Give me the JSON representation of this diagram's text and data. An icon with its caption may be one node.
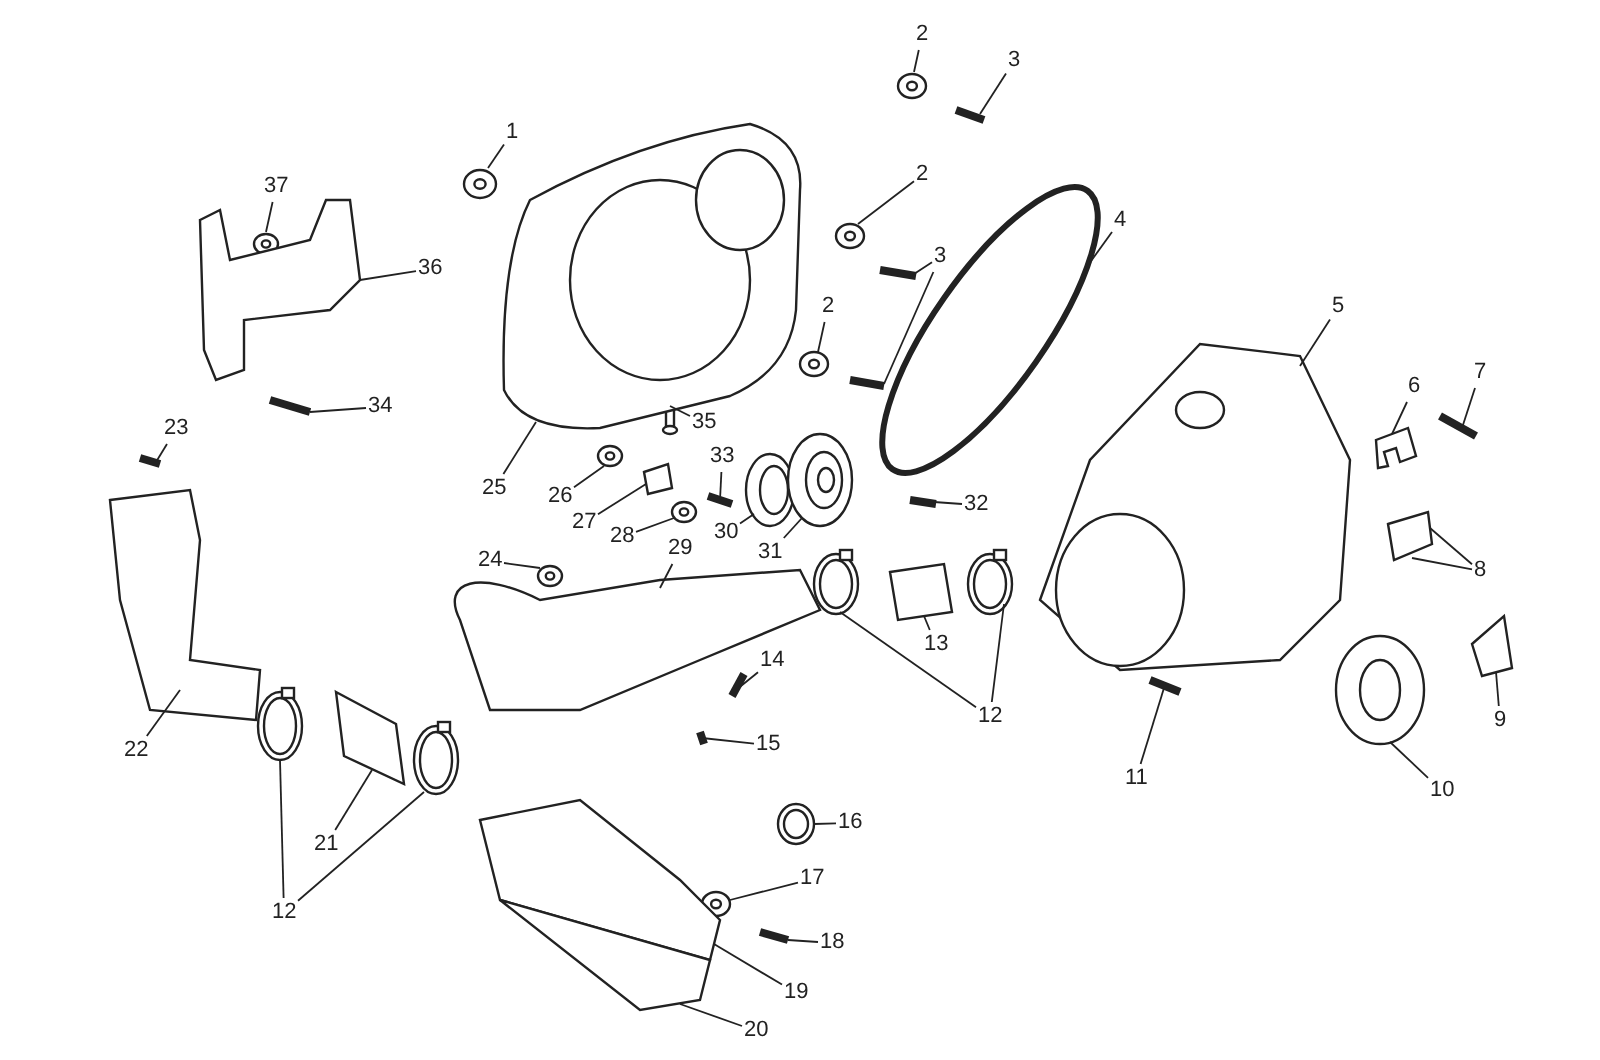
{
  "diagram": {
    "nodes": [
      {
        "text": [
          "1"
        ]
      },
      {
        "text": [
          "2"
        ]
      },
      {
        "text": [
          "3"
        ]
      },
      {
        "text": [
          "2"
        ]
      },
      {
        "text": [
          "3"
        ]
      },
      {
        "text": [
          "2"
        ]
      },
      {
        "text": [
          "4"
        ]
      },
      {
        "text": [
          "5"
        ]
      },
      {
        "text": [
          "37"
        ]
      },
      {
        "text": [
          "36"
        ]
      },
      {
        "text": [
          "6"
        ]
      },
      {
        "text": [
          "7"
        ]
      },
      {
        "text": [
          "32"
        ]
      },
      {
        "text": [
          "34"
        ]
      },
      {
        "text": [
          "23"
        ]
      },
      {
        "text": [
          "35"
        ]
      },
      {
        "text": [
          "25"
        ]
      },
      {
        "text": [
          "26"
        ]
      },
      {
        "text": [
          "33"
        ]
      },
      {
        "text": [
          "27"
        ]
      },
      {
        "text": [
          "28"
        ]
      },
      {
        "text": [
          "30"
        ]
      },
      {
        "text": [
          "31"
        ]
      },
      {
        "text": [
          "29"
        ]
      },
      {
        "text": [
          "24"
        ]
      },
      {
        "text": [
          "8"
        ]
      },
      {
        "text": [
          "9"
        ]
      },
      {
        "text": [
          "13"
        ]
      },
      {
        "text": [
          "12"
        ]
      },
      {
        "text": [
          "14"
        ]
      },
      {
        "text": [
          "15"
        ]
      },
      {
        "text": [
          "22"
        ]
      },
      {
        "text": [
          "11"
        ]
      },
      {
        "text": [
          "21"
        ]
      },
      {
        "text": [
          "10"
        ]
      },
      {
        "text": [
          "16"
        ]
      },
      {
        "text": [
          "17"
        ]
      },
      {
        "text": [
          "18"
        ]
      },
      {
        "text": [
          "12"
        ]
      },
      {
        "text": [
          "19"
        ]
      },
      {
        "text": [
          "20"
        ]
      },
      {
        "text": [],
        "shape": "picture"
      },
      {
        "text": [],
        "shape": "picture"
      },
      {
        "text": [],
        "shape": "picture"
      },
      {
        "text": [],
        "shape": "picture"
      },
      {
        "text": [],
        "shape": "picture"
      },
      {
        "text": [],
        "shape": "picture"
      },
      {
        "text": [],
        "shape": "picture"
      },
      {
        "text": [],
        "shape": "picture"
      },
      {
        "text": [],
        "shape": "picture"
      },
      {
        "text": [],
        "shape": "picture"
      },
      {
        "text": [],
        "shape": "picture"
      },
      {
        "text": [],
        "shape": "picture"
      },
      {
        "text": [],
        "shape": "picture"
      },
      {
        "text": [],
        "shape": "picture"
      },
      {
        "text": [],
        "shape": "picture"
      },
      {
        "text": [],
        "shape": "picture"
      },
      {
        "text": [],
        "shape": "picture"
      },
      {
        "text": [],
        "shape": "picture"
      },
      {
        "text": [],
        "shape": "picture"
      },
      {
        "text": [],
        "shape": "picture"
      },
      {
        "text": [],
        "shape": "picture"
      },
      {
        "text": [],
        "shape": "picture"
      },
      {
        "text": [],
        "shape": "picture"
      },
      {
        "text": [],
        "shape": "picture"
      },
      {
        "text": [],
        "shape": "picture"
      },
      {
        "text": [],
        "shape": "picture"
      },
      {
        "text": [],
        "shape": "picture"
      },
      {
        "text": [],
        "shape": "picture"
      },
      {
        "text": [],
        "shape": "picture"
      },
      {
        "text": [],
        "shape": "picture"
      },
      {
        "text": [],
        "shape": "picture"
      },
      {
        "text": [],
        "shape": "picture"
      },
      {
        "text": [],
        "shape": "picture"
      },
      {
        "text": [],
        "shape": "picture"
      },
      {
        "text": [],
        "shape": "picture"
      },
      {
        "text": [],
        "shape": "picture"
      },
      {
        "text": [],
        "shape": "picture"
      },
      {
        "text": [],
        "shape": "picture"
      },
      {
        "text": [],
        "shape": "picture"
      },
      {
        "text": [],
        "shape": "picture"
      },
      {
        "text": [],
        "shape": "picture"
      },
      {
        "text": [],
        "shape": "picture"
      },
      {
        "text": [],
        "shape": "picture"
      },
      {
        "text": [],
        "shape": "picture"
      }
    ],
    "edges": [
      {
        "from": 0,
        "to": 41,
        "arrow": "none"
      },
      {
        "from": 1,
        "to": 42,
        "arrow": "none"
      },
      {
        "from": 2,
        "to": 43,
        "arrow": "none"
      },
      {
        "from": 3,
        "to": 44,
        "arrow": "none"
      },
      {
        "from": 4,
        "to": 45,
        "arrow": "none"
      },
      {
        "from": 4,
        "to": 46,
        "arrow": "none"
      },
      {
        "from": 5,
        "to": 47,
        "arrow": "none"
      },
      {
        "from": 6,
        "to": 48,
        "arrow": "none"
      },
      {
        "from": 7,
        "to": 49,
        "arrow": "none"
      },
      {
        "from": 8,
        "to": 50,
        "arrow": "none"
      },
      {
        "from": 9,
        "to": 51,
        "arrow": "none"
      },
      {
        "from": 10,
        "to": 52,
        "arrow": "none"
      },
      {
        "from": 11,
        "to": 53,
        "arrow": "none"
      },
      {
        "from": 12,
        "to": 54,
        "arrow": "none"
      },
      {
        "from": 13,
        "to": 55,
        "arrow": "none"
      },
      {
        "from": 14,
        "to": 56,
        "arrow": "none"
      },
      {
        "from": 15,
        "to": 57,
        "arrow": "none"
      },
      {
        "from": 16,
        "to": 58,
        "arrow": "none"
      },
      {
        "from": 17,
        "to": 59,
        "arrow": "none"
      },
      {
        "from": 18,
        "to": 60,
        "arrow": "none"
      },
      {
        "from": 19,
        "to": 61,
        "arrow": "none"
      },
      {
        "from": 20,
        "to": 62,
        "arrow": "none"
      },
      {
        "from": 21,
        "to": 63,
        "arrow": "none"
      },
      {
        "from": 22,
        "to": 64,
        "arrow": "none"
      },
      {
        "from": 23,
        "to": 65,
        "arrow": "none"
      },
      {
        "from": 24,
        "to": 66,
        "arrow": "none"
      },
      {
        "from": 25,
        "to": 67,
        "arrow": "none"
      },
      {
        "from": 25,
        "to": 67,
        "arrow": "none"
      },
      {
        "from": 26,
        "to": 68,
        "arrow": "none"
      },
      {
        "from": 27,
        "to": 69,
        "arrow": "none"
      },
      {
        "from": 28,
        "to": 70,
        "arrow": "none"
      },
      {
        "from": 28,
        "to": 71,
        "arrow": "none"
      },
      {
        "from": 29,
        "to": 72,
        "arrow": "none"
      },
      {
        "from": 30,
        "to": 73,
        "arrow": "none"
      },
      {
        "from": 31,
        "to": 74,
        "arrow": "none"
      },
      {
        "from": 32,
        "to": 75,
        "arrow": "none"
      },
      {
        "from": 33,
        "to": 76,
        "arrow": "none"
      },
      {
        "from": 34,
        "to": 77,
        "arrow": "none"
      },
      {
        "from": 35,
        "to": 78,
        "arrow": "none"
      },
      {
        "from": 36,
        "to": 79,
        "arrow": "none"
      },
      {
        "from": 37,
        "to": 80,
        "arrow": "none"
      },
      {
        "from": 38,
        "to": 81,
        "arrow": "none"
      },
      {
        "from": 38,
        "to": 82,
        "arrow": "none"
      },
      {
        "from": 39,
        "to": 83,
        "arrow": "none"
      },
      {
        "from": 40,
        "to": 84,
        "arrow": "none"
      }
    ]
  }
}
